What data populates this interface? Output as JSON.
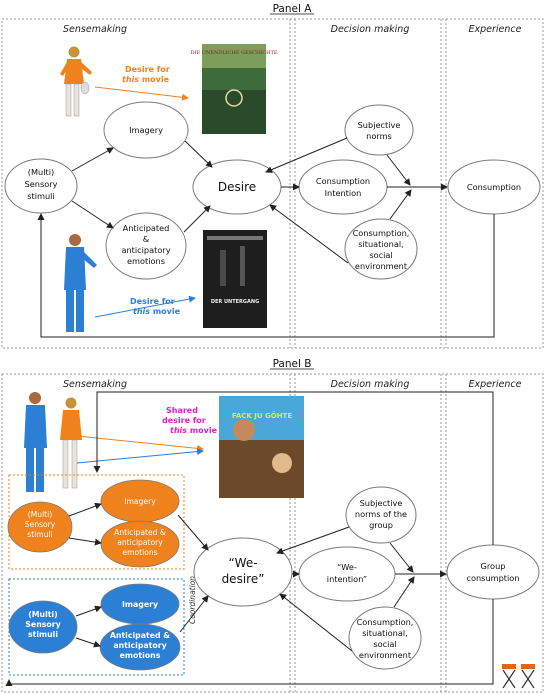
{
  "panelA": {
    "title": "Panel A",
    "sections": {
      "sensemaking": "Sensemaking",
      "decision": "Decision making",
      "experience": "Experience"
    },
    "nodes": {
      "sensory": [
        "(Multi)",
        "Sensory",
        "stimuli"
      ],
      "imagery": "Imagery",
      "anticipated": [
        "Anticipated",
        "&",
        "anticipatory",
        "emotions"
      ],
      "desire": "Desire",
      "subjective": [
        "Subjective",
        "norms"
      ],
      "intention": [
        "Consumption",
        "Intention"
      ],
      "environment": [
        "Consumption,",
        "situational,",
        "social",
        "environment"
      ],
      "consumption": "Consumption"
    },
    "desire_orange": {
      "line1": "Desire for",
      "emph": "this",
      "rest": "movie"
    },
    "desire_blue": {
      "line1": "Desire for",
      "emph": "this",
      "rest": "movie"
    },
    "poster_top": {
      "title": "DIE UNENDLICHE GESCHICHTE"
    },
    "poster_bottom": {
      "title": "DER UNTERGANG"
    }
  },
  "panelB": {
    "title": "Panel B",
    "sections": {
      "sensemaking": "Sensemaking",
      "decision": "Decision making",
      "experience": "Experience"
    },
    "shared": {
      "line1": "Shared",
      "line2": "desire for",
      "emph": "this",
      "rest": "movie"
    },
    "coordination": "Coordination",
    "nodes": {
      "orange_sensory": [
        "(Multi)",
        "Sensory",
        "stimuli"
      ],
      "orange_imagery": "Imagery",
      "orange_anticipated": [
        "Anticipated &",
        "anticipatory",
        "emotions"
      ],
      "blue_sensory": [
        "(Multi)",
        "Sensory",
        "stimuli"
      ],
      "blue_imagery": "Imagery",
      "blue_anticipated": [
        "Anticipated &",
        "anticipatory",
        "emotions"
      ],
      "we_desire": [
        "“We-",
        "desire”"
      ],
      "subjective": [
        "Subjective",
        "norms of the",
        "group"
      ],
      "we_intention": [
        "“We-",
        "intention”"
      ],
      "environment": [
        "Consumption,",
        "situational,",
        "social",
        "environment"
      ],
      "group_consumption": [
        "Group",
        "consumption"
      ]
    },
    "poster": {
      "title": "FACK JU GÖHTE"
    }
  },
  "colors": {
    "orange": "#f0821e",
    "blue": "#2b7fd4",
    "magenta": "#e020c0",
    "frame": "#9a9a9a"
  }
}
